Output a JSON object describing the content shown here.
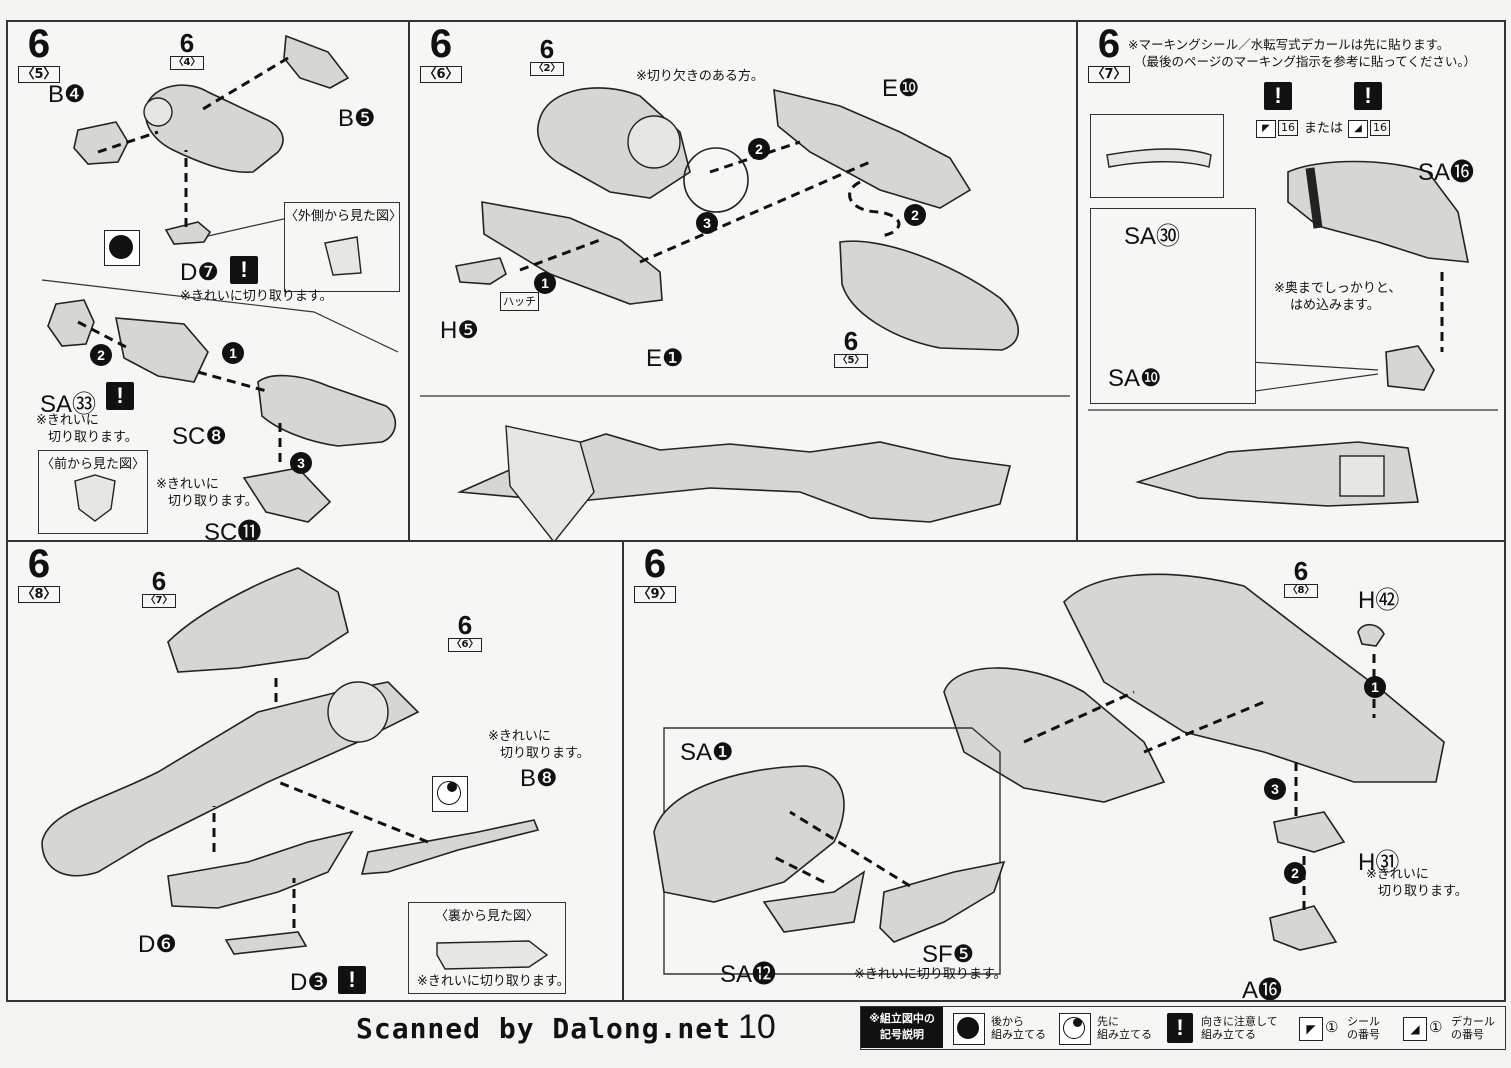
{
  "page_number": "10",
  "watermark": "Scanned by Dalong.net",
  "panels": {
    "p5": {
      "step": "6",
      "sub": "5",
      "ref": {
        "n": "6",
        "s": "4"
      },
      "labels": {
        "b4": "B❹",
        "b5": "B❺",
        "d7": "D❼",
        "sa33": "SA㉝",
        "sc8": "SC❽",
        "sc11": "SC⓫"
      },
      "outer_view": "〈外側から見た図〉",
      "front_view": "〈前から見た図〉",
      "note_d7": "※きれいに切り取ります。",
      "note_sa33": [
        "※きれいに",
        "切り取ります。"
      ],
      "note_sc11": [
        "※きれいに",
        "切り取ります。"
      ],
      "seq": [
        "1",
        "2",
        "3"
      ]
    },
    "p6": {
      "step": "6",
      "sub": "6",
      "ref_top": {
        "n": "6",
        "s": "2"
      },
      "ref_bottom": {
        "n": "6",
        "s": "5"
      },
      "labels": {
        "e10": "E❿",
        "e1": "E❶",
        "h5": "H❺"
      },
      "note_notch": "※切り欠きのある方。",
      "tag": "ハッチ",
      "seq": [
        "1",
        "2",
        "3",
        "2"
      ]
    },
    "p7": {
      "step": "6",
      "sub": "7",
      "note_top": [
        "※マーキングシール／水転写式デカールは先に貼ります。",
        "（最後のページのマーキング指示を参考に貼ってください。）"
      ],
      "sticker_no": "16",
      "or_text": "または",
      "labels": {
        "sa16": "SA⓰",
        "sa30": "SA㉚",
        "sa10": "SA❿"
      },
      "note_fit": [
        "※奥までしっかりと、",
        "はめ込みます。"
      ]
    },
    "p8": {
      "step": "6",
      "sub": "8",
      "ref_a": {
        "n": "6",
        "s": "7"
      },
      "ref_b": {
        "n": "6",
        "s": "6"
      },
      "labels": {
        "b8": "B❽",
        "d6": "D❻",
        "d3": "D❸"
      },
      "note_b8": [
        "※きれいに",
        "切り取ります。"
      ],
      "back_view": "〈裏から見た図〉",
      "note_d3": "※きれいに切り取ります。"
    },
    "p9": {
      "step": "6",
      "sub": "9",
      "ref": {
        "n": "6",
        "s": "8"
      },
      "labels": {
        "h42": "H㊷",
        "h31": "H㉛",
        "a16": "A⓰",
        "sa1": "SA❶",
        "sa12": "SA⓬",
        "sf5": "SF❺"
      },
      "note_h31": [
        "※きれいに",
        "切り取ります。"
      ],
      "note_sf5": "※きれいに切り取ります。",
      "seq": [
        "1",
        "2",
        "3"
      ]
    }
  },
  "legend": {
    "title": [
      "※組立図中の",
      "記号説明"
    ],
    "items": [
      {
        "icon": "assemble-later-icon",
        "text": [
          "後から",
          "組み立てる"
        ]
      },
      {
        "icon": "assemble-first-icon",
        "text": [
          "先に",
          "組み立てる"
        ]
      },
      {
        "icon": "caution-icon",
        "text": [
          "向きに注意して",
          "組み立てる"
        ]
      },
      {
        "icon": "sticker-icon",
        "text": [
          "シール",
          "の番号"
        ]
      },
      {
        "icon": "decal-icon",
        "text": [
          "デカール",
          "の番号"
        ]
      }
    ],
    "num_symbol": "①"
  }
}
